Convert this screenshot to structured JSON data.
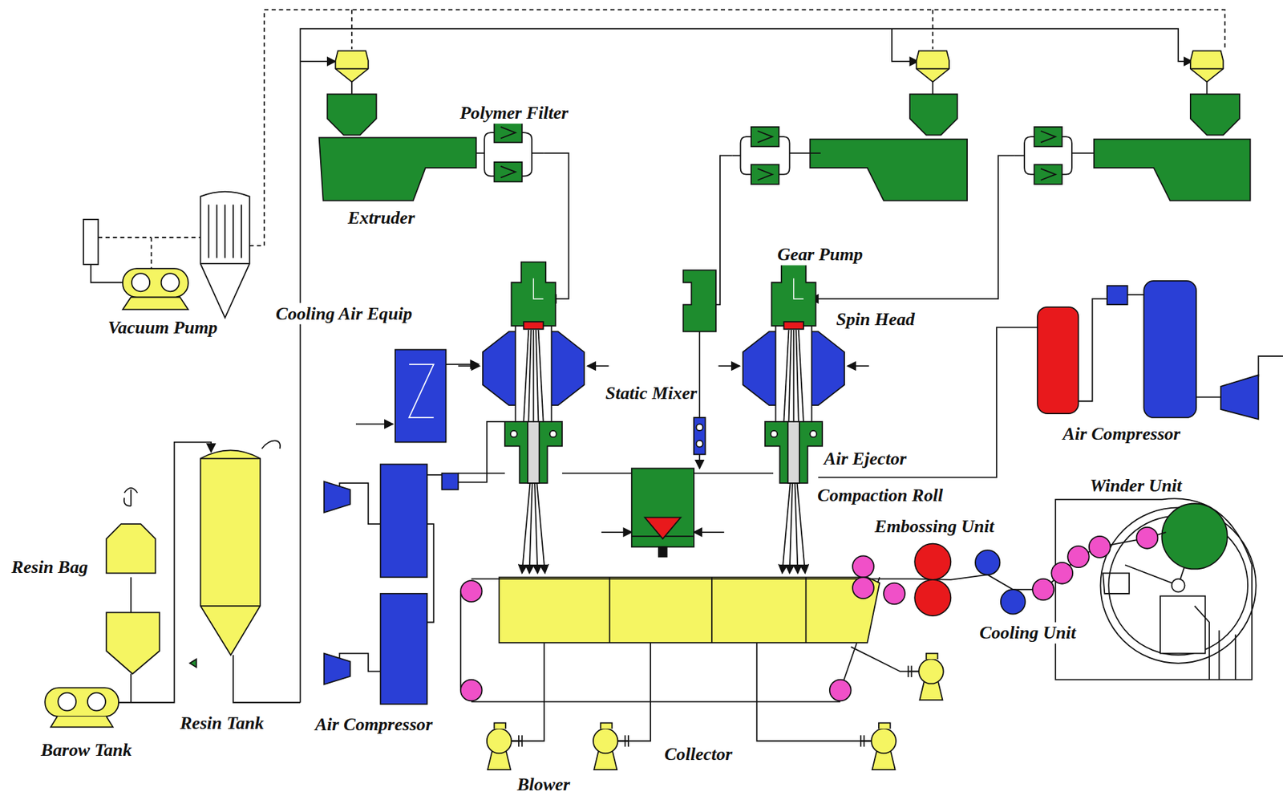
{
  "diagram": {
    "labels": [
      "Polymer Filter",
      "Extruder",
      "Vacuum Pump",
      "Cooling Air Equip",
      "Gear Pump",
      "Spin Head",
      "Static Mixer",
      "Air Ejector",
      "Air Compressor",
      "Compaction Roll",
      "Embossing Unit",
      "Winder Unit",
      "Cooling Unit",
      "Resin Bag",
      "Resin Tank",
      "Barow Tank",
      "Air Compressor",
      "Collector",
      "Blower"
    ]
  }
}
